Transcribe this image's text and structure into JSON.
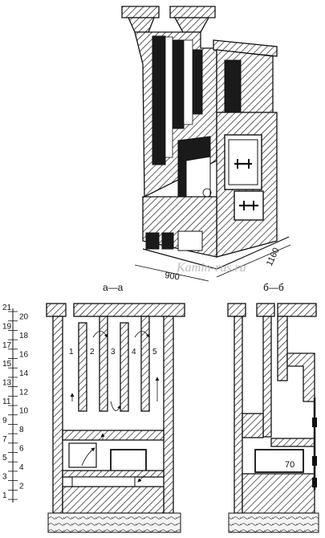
{
  "iso_view": {
    "dimensions": {
      "width": "900",
      "depth": "1160"
    },
    "watermark": "Kamin-rus.ru"
  },
  "section_a": {
    "title": "а—а",
    "channels": [
      "1",
      "2",
      "3",
      "4",
      "5"
    ]
  },
  "section_b": {
    "title": "б—б",
    "value_label": "70"
  },
  "scale": {
    "rows": [
      "1",
      "2",
      "3",
      "4",
      "5",
      "6",
      "7",
      "8",
      "9",
      "10",
      "11",
      "12",
      "13",
      "14",
      "15",
      "16",
      "17",
      "18",
      "19",
      "20",
      "21"
    ]
  }
}
